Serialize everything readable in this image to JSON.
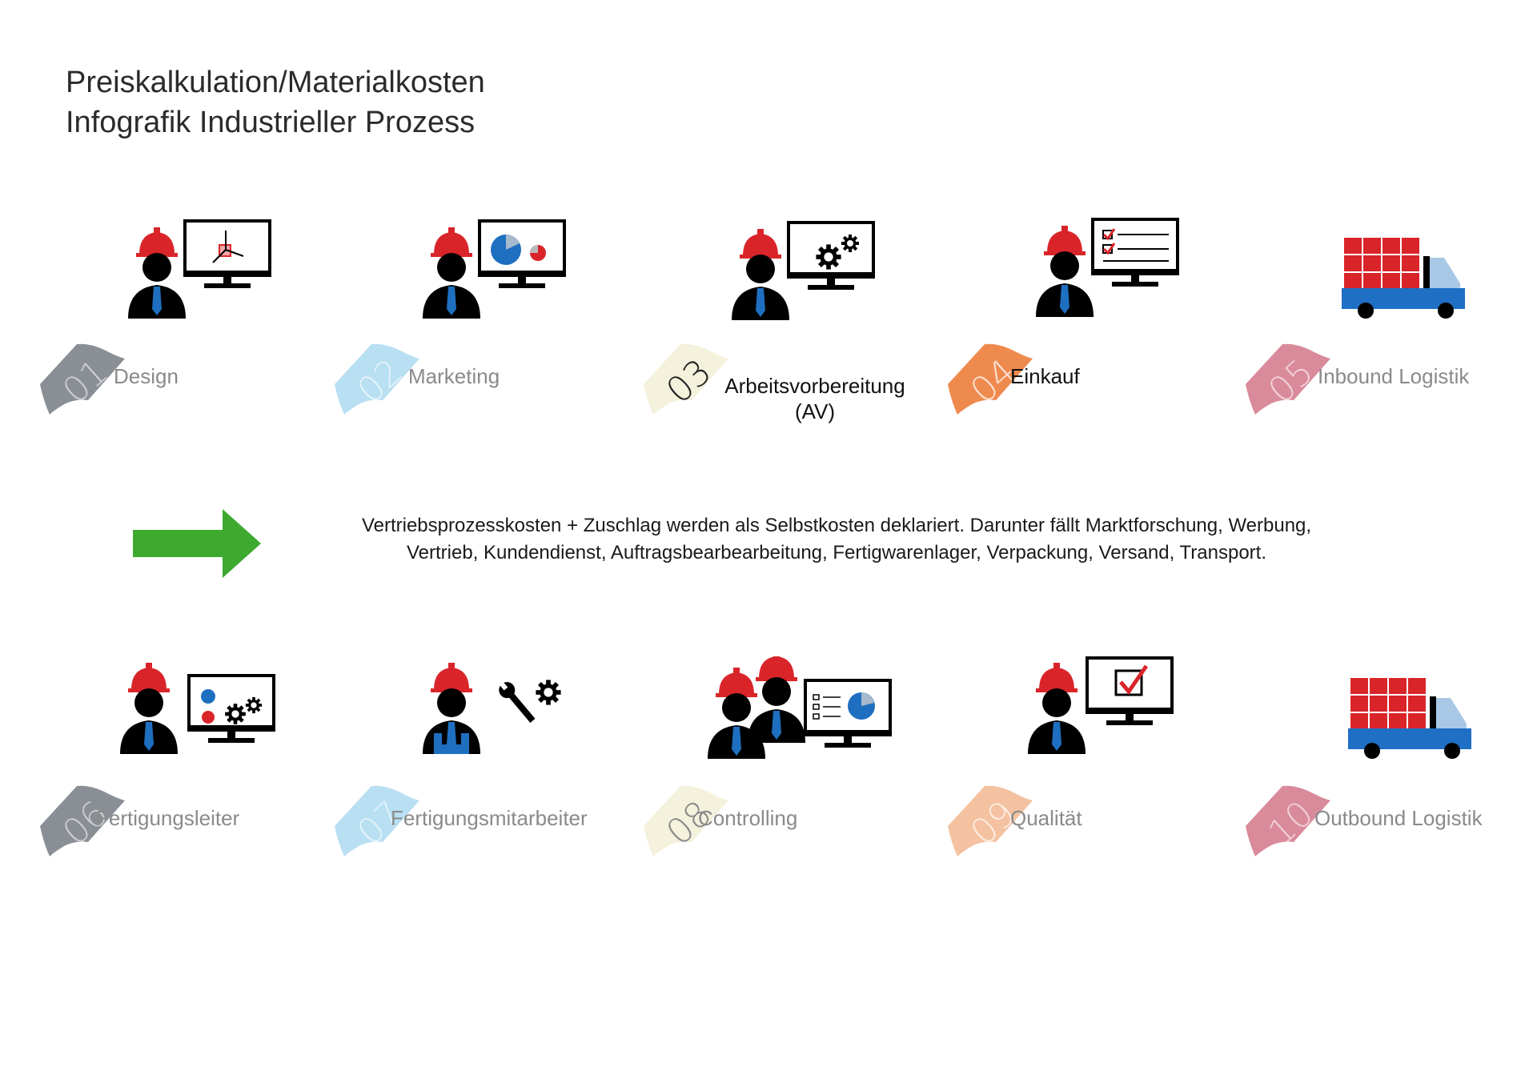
{
  "title": {
    "line1": "Preiskalkulation/Materialkosten",
    "line2": "Infografik Industrieller Prozess"
  },
  "colors": {
    "helmet": "#d9252a",
    "tie": "#1e6fc0",
    "arrow": "#3daa2f",
    "truck_body": "#1f6fc4",
    "truck_cab_window": "#a9c8e6",
    "cargo": "#d9252a"
  },
  "steps": [
    {
      "num": "01",
      "label": "Design",
      "tag_color": "#8a8f96",
      "icon": "designer-3d-icon"
    },
    {
      "num": "02",
      "label": "Marketing",
      "tag_color": "#b8dff2",
      "icon": "marketing-chart-icon"
    },
    {
      "num": "03",
      "label": "Arbeitsvorbereitung",
      "label2": "(AV)",
      "tag_color": "#f4f1dc",
      "icon": "gears-monitor-icon"
    },
    {
      "num": "04",
      "label": "Einkauf",
      "tag_color": "#ef8a4e",
      "icon": "checklist-monitor-icon"
    },
    {
      "num": "05",
      "label": "Inbound Logistik",
      "tag_color": "#d98a9b",
      "icon": "truck-icon"
    },
    {
      "num": "06",
      "label": "Fertigungsleiter",
      "tag_color": "#8a8f96",
      "icon": "manager-dashboard-icon"
    },
    {
      "num": "07",
      "label": "Fertigungsmitarbeiter",
      "tag_color": "#b8dff2",
      "icon": "worker-tools-icon"
    },
    {
      "num": "08",
      "label": "Controlling",
      "tag_color": "#f4f1dc",
      "icon": "controlling-team-icon"
    },
    {
      "num": "09",
      "label": "Qualität",
      "tag_color": "#f4c2a0",
      "icon": "quality-check-icon"
    },
    {
      "num": "10",
      "label": "Outbound Logistik",
      "tag_color": "#d98a9b",
      "icon": "truck-icon"
    }
  ],
  "note": {
    "line1": "Vertriebsprozesskosten + Zuschlag werden als Selbstkosten deklariert. Darunter fällt Marktforschung, Werbung,",
    "line2": "Vertrieb, Kundendienst, Auftragsbearbearbeitung, Fertigwarenlager, Verpackung, Versand, Transport."
  }
}
